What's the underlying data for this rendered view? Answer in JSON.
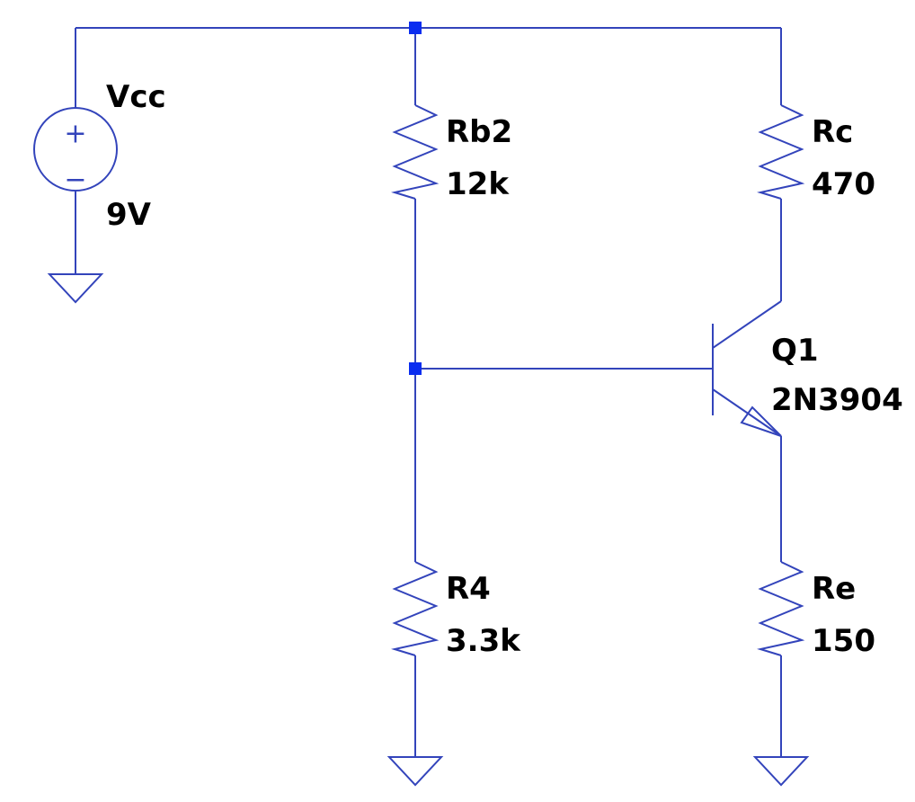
{
  "schematic": {
    "colors": {
      "wire": "#3344bb",
      "junction": "#0a2df0",
      "label": "#000000",
      "background": "#ffffff"
    },
    "components": {
      "vcc": {
        "name": "Vcc",
        "value": "9V",
        "symbol": "voltage-source",
        "plus": "+",
        "minus": "−"
      },
      "rb2": {
        "name": "Rb2",
        "value": "12k",
        "symbol": "resistor"
      },
      "rc": {
        "name": "Rc",
        "value": "470",
        "symbol": "resistor"
      },
      "q1": {
        "name": "Q1",
        "value": "2N3904",
        "symbol": "npn-transistor"
      },
      "r4": {
        "name": "R4",
        "value": "3.3k",
        "symbol": "resistor"
      },
      "re": {
        "name": "Re",
        "value": "150",
        "symbol": "resistor"
      }
    },
    "grounds": [
      "ground-vcc",
      "ground-r4",
      "ground-re"
    ],
    "junctions": [
      "junction-top-rail",
      "junction-base-node"
    ]
  }
}
